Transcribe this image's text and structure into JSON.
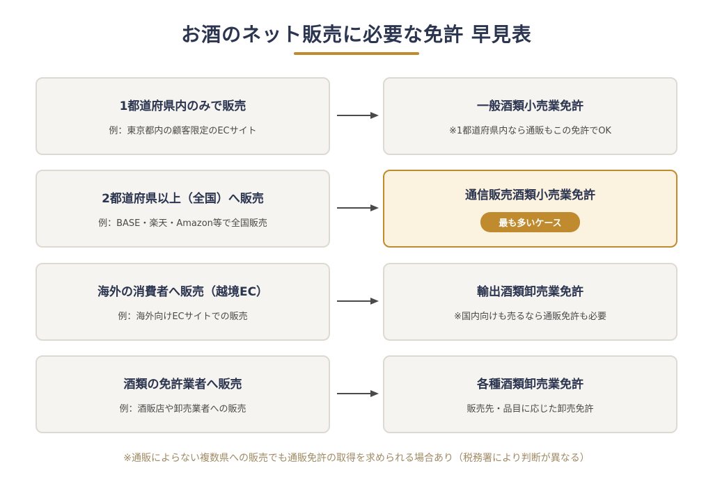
{
  "title": "お酒のネット販売に必要な免許 早見表",
  "colors": {
    "navy": "#2c3550",
    "accent": "#c08a2e",
    "card_bg": "#f6f4f0",
    "card_border": "#dedad2",
    "highlight_bg": "#fcf2e0",
    "footnote": "#a08a64"
  },
  "rows": [
    {
      "condition": "1都道府県内のみで販売",
      "example": "例：東京都内の顧客限定のECサイト",
      "license": "一般酒類小売業免許",
      "note": "※1都道府県内なら通販もこの免許でOK"
    },
    {
      "condition": "2都道府県以上（全国）へ販売",
      "example": "例：BASE・楽天・Amazon等で全国販売",
      "license": "通信販売酒類小売業免許",
      "badge": "最も多いケース"
    },
    {
      "condition": "海外の消費者へ販売（越境EC）",
      "example": "例：海外向けECサイトでの販売",
      "license": "輸出酒類卸売業免許",
      "note": "※国内向けも売るなら通販免許も必要"
    },
    {
      "condition": "酒類の免許業者へ販売",
      "example": "例：酒販店や卸売業者への販売",
      "license": "各種酒類卸売業免許",
      "note": "販売先・品目に応じた卸売免許"
    }
  ],
  "footnote": "※通販によらない複数県への販売でも通販免許の取得を求められる場合あり（税務署により判断が異なる）"
}
